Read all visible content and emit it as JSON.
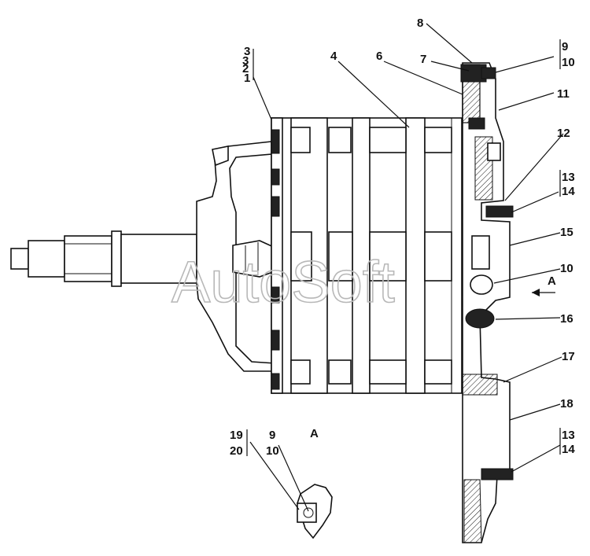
{
  "watermark": "AutoSoft",
  "view_label": "A",
  "arrow_label": "A",
  "callouts": [
    {
      "id": "c1",
      "text": "1"
    },
    {
      "id": "c2",
      "text": "2"
    },
    {
      "id": "c3",
      "text": "3"
    },
    {
      "id": "c3b",
      "text": "3"
    },
    {
      "id": "c4",
      "text": "4"
    },
    {
      "id": "c6",
      "text": "6"
    },
    {
      "id": "c7",
      "text": "7"
    },
    {
      "id": "c8",
      "text": "8"
    },
    {
      "id": "c9a",
      "text": "9"
    },
    {
      "id": "c10a",
      "text": "10"
    },
    {
      "id": "c11",
      "text": "11"
    },
    {
      "id": "c12",
      "text": "12"
    },
    {
      "id": "c13a",
      "text": "13"
    },
    {
      "id": "c14a",
      "text": "14"
    },
    {
      "id": "c15",
      "text": "15"
    },
    {
      "id": "c10b",
      "text": "10"
    },
    {
      "id": "c16",
      "text": "16"
    },
    {
      "id": "c17",
      "text": "17"
    },
    {
      "id": "c18",
      "text": "18"
    },
    {
      "id": "c13b",
      "text": "13"
    },
    {
      "id": "c14b",
      "text": "14"
    },
    {
      "id": "c19",
      "text": "19"
    },
    {
      "id": "c20",
      "text": "20"
    },
    {
      "id": "c9b",
      "text": "9"
    },
    {
      "id": "c10c",
      "text": "10"
    }
  ]
}
